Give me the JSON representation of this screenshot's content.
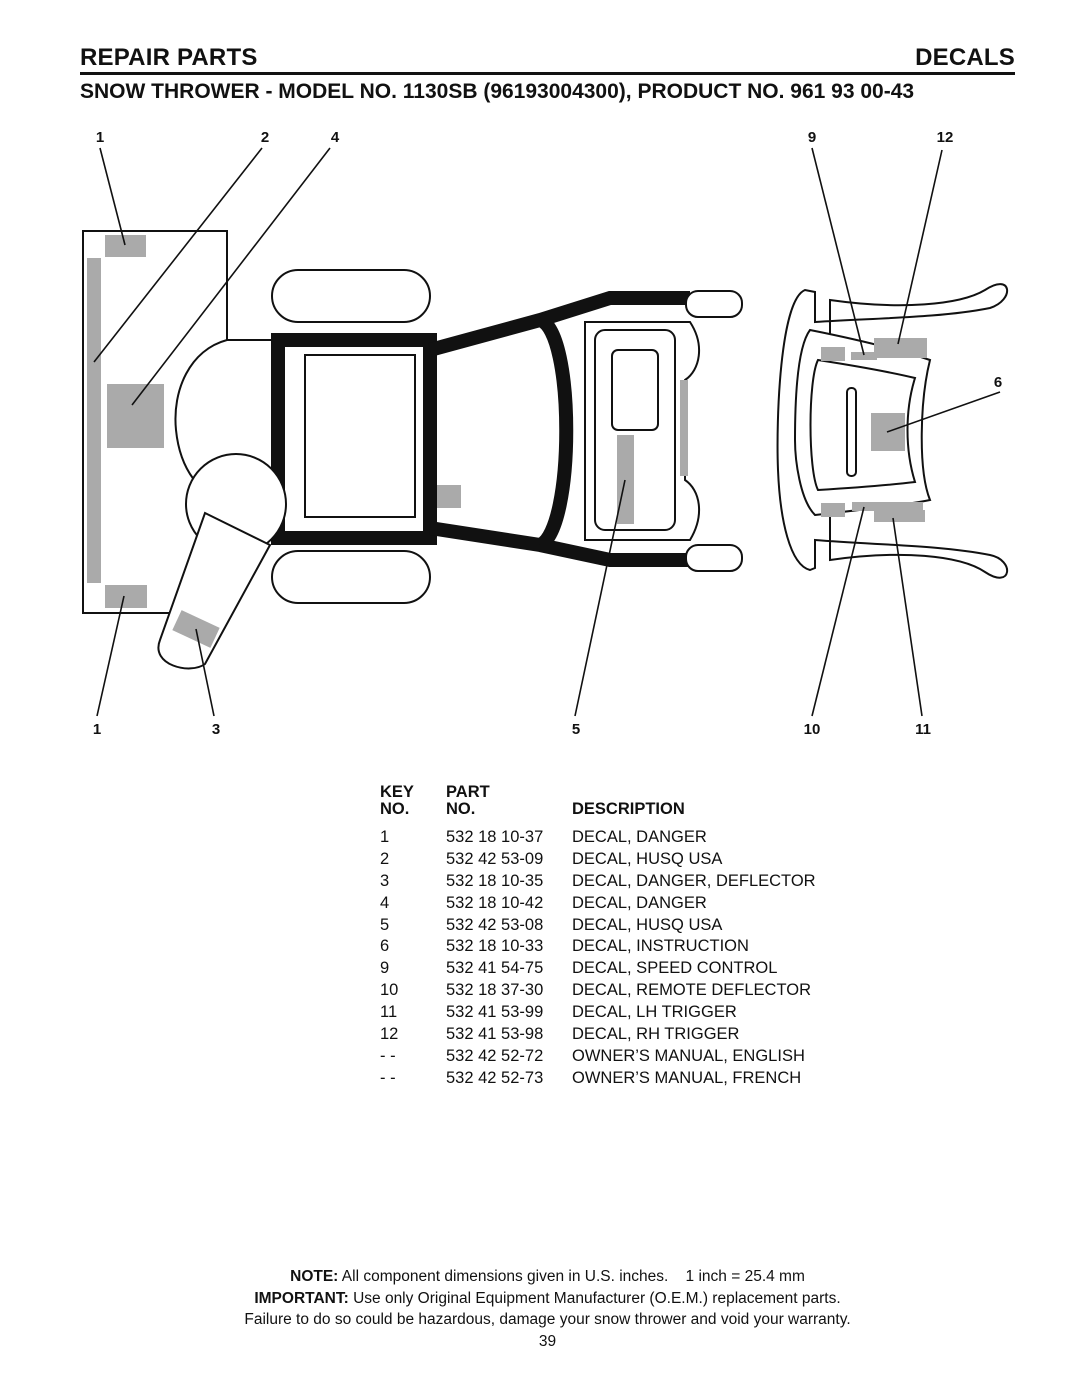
{
  "header": {
    "left_title": "REPAIR PARTS",
    "right_title": "DECALS",
    "subtitle": "SNOW THROWER - MODEL NO. 1130SB (96193004300), PRODUCT NO. 961 93 00-43"
  },
  "diagram": {
    "callouts": {
      "top_1": "1",
      "top_2": "2",
      "top_4": "4",
      "top_9": "9",
      "top_12": "12",
      "right_6": "6",
      "bottom_1": "1",
      "bottom_3": "3",
      "bottom_5": "5",
      "bottom_10": "10",
      "bottom_11": "11"
    }
  },
  "parts_table": {
    "headers": {
      "key_line1": "KEY",
      "key_line2": "NO.",
      "part_line1": "PART",
      "part_line2": "NO.",
      "description": "DESCRIPTION"
    },
    "rows": [
      {
        "key": "1",
        "part": "532 18 10-37",
        "description": "DECAL, DANGER"
      },
      {
        "key": "2",
        "part": "532 42 53-09",
        "description": "DECAL, HUSQ USA"
      },
      {
        "key": "3",
        "part": "532 18 10-35",
        "description": "DECAL, DANGER, DEFLECTOR"
      },
      {
        "key": "4",
        "part": "532 18 10-42",
        "description": "DECAL, DANGER"
      },
      {
        "key": "5",
        "part": "532 42 53-08",
        "description": "DECAL, HUSQ USA"
      },
      {
        "key": "6",
        "part": "532 18 10-33",
        "description": "DECAL, INSTRUCTION"
      },
      {
        "key": "9",
        "part": "532 41 54-75",
        "description": "DECAL, SPEED CONTROL"
      },
      {
        "key": "10",
        "part": "532 18 37-30",
        "description": "DECAL, REMOTE DEFLECTOR"
      },
      {
        "key": "11",
        "part": "532 41 53-99",
        "description": "DECAL, LH TRIGGER"
      },
      {
        "key": "12",
        "part": "532 41 53-98",
        "description": "DECAL, RH TRIGGER"
      },
      {
        "key": "- -",
        "part": "532 42 52-72",
        "description": "OWNER’S MANUAL, ENGLISH"
      },
      {
        "key": "- -",
        "part": "532 42 52-73",
        "description": "OWNER’S MANUAL, FRENCH"
      }
    ]
  },
  "footer": {
    "note_label": "NOTE:",
    "note_text": " All component dimensions given in U.S. inches.    1 inch = 25.4 mm",
    "important_label": "IMPORTANT:",
    "important_text": " Use only Original Equipment Manufacturer (O.E.M.) replacement parts.",
    "warning": "Failure to do so could be hazardous, damage your snow thrower and void your warranty.",
    "page_number": "39"
  }
}
